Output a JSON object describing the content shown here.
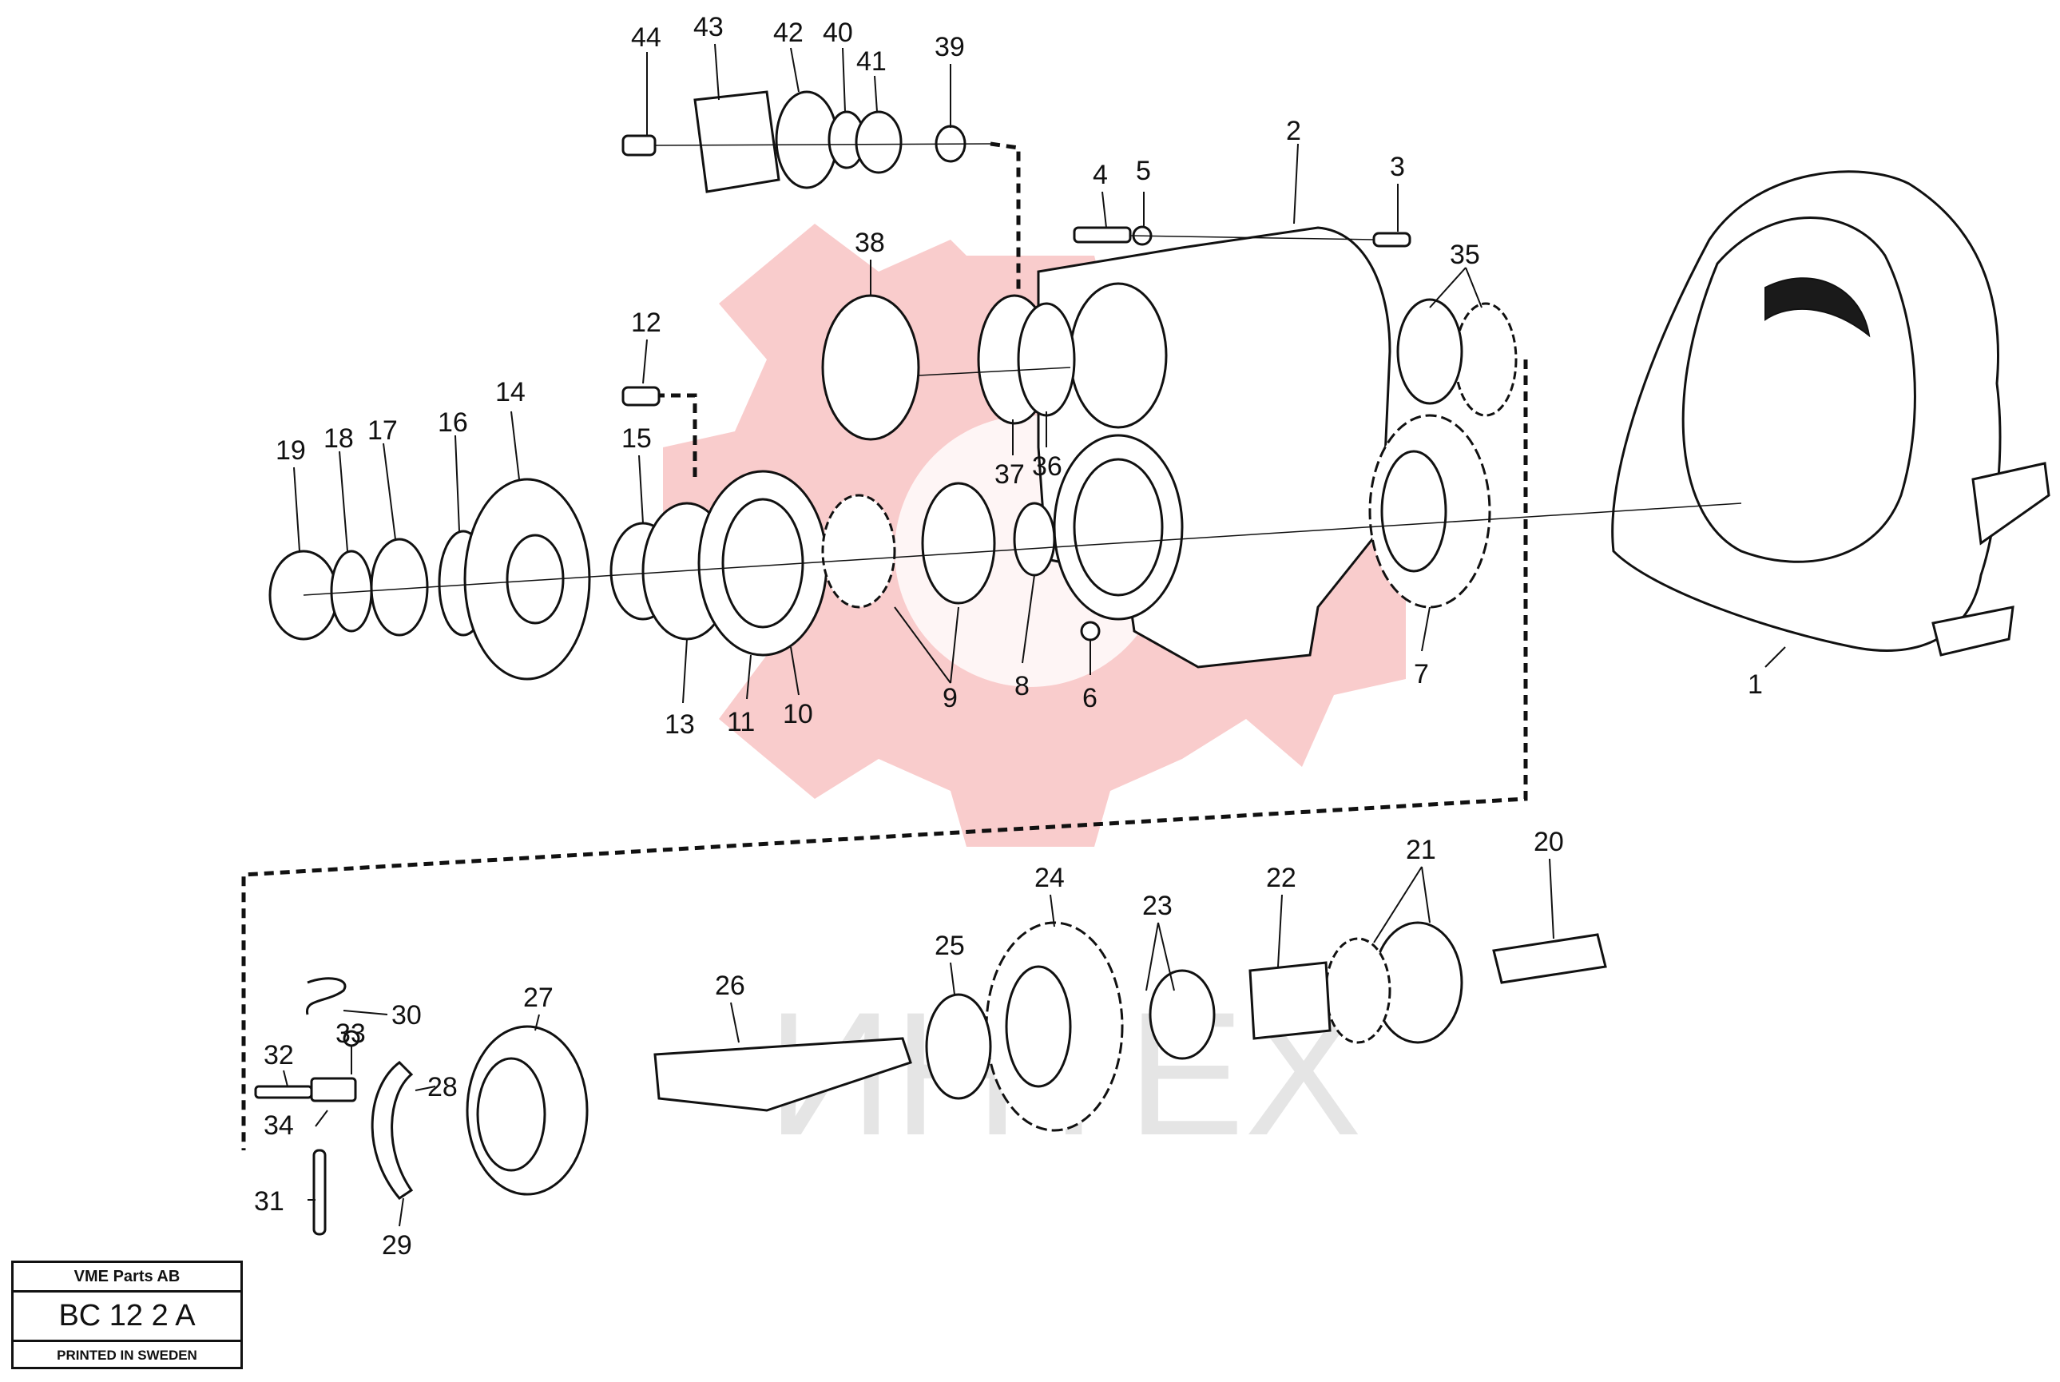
{
  "diagram": {
    "watermark_text": "ИНТЕХ",
    "colors": {
      "line": "#111111",
      "watermark_red": "#f4a3a3",
      "watermark_gray": "#cfcfcf"
    },
    "callouts": [
      "1",
      "2",
      "3",
      "4",
      "5",
      "6",
      "7",
      "8",
      "9",
      "10",
      "11",
      "12",
      "13",
      "14",
      "15",
      "16",
      "17",
      "18",
      "19",
      "20",
      "21",
      "22",
      "23",
      "24",
      "25",
      "26",
      "27",
      "28",
      "29",
      "30",
      "31",
      "32",
      "33",
      "34",
      "35",
      "36",
      "37",
      "38",
      "39",
      "40",
      "41",
      "42",
      "43",
      "44"
    ]
  },
  "title_block": {
    "company": "VME Parts AB",
    "code": "BC 12 2 A",
    "printed": "PRINTED IN SWEDEN"
  }
}
